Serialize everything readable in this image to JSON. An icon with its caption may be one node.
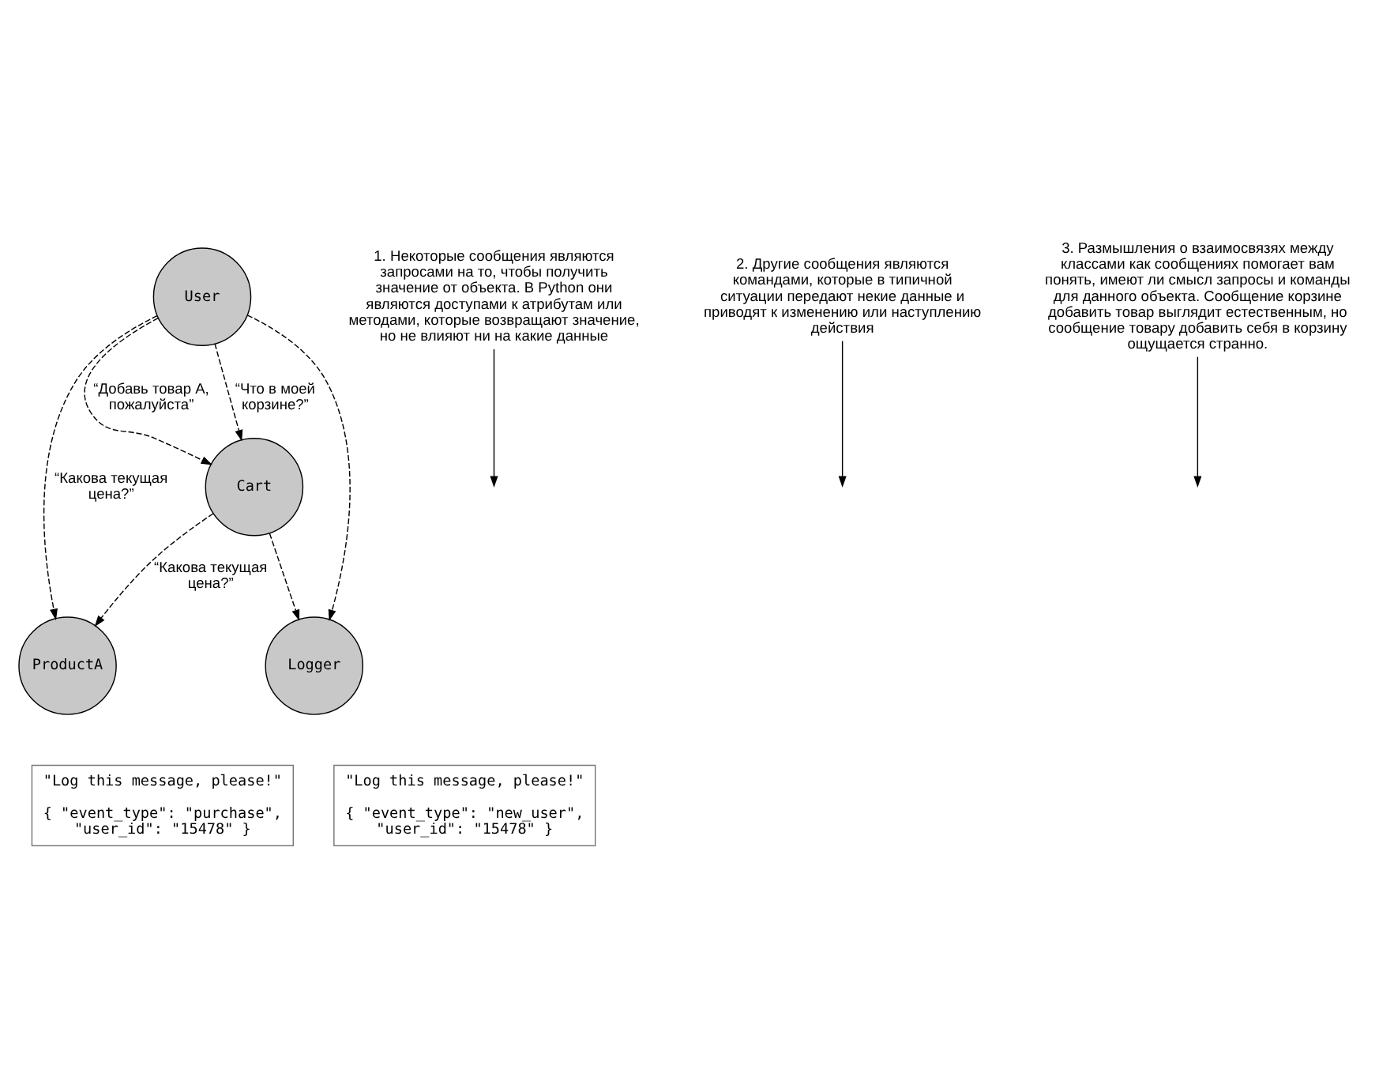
{
  "diagram": {
    "nodes": [
      {
        "text": [
          "ProductA"
        ]
      },
      {
        "text": [
          "Cart"
        ]
      },
      {
        "text": [
          "User"
        ]
      },
      {
        "text": [
          "Logger"
        ]
      },
      {
        "text": [
          "1. Некоторые сообщения являются запросами на то, чтобы получить значение от объекта. В Python они являются доступами к атрибутам или методами, которые возвращают значение, но не влияют ни на какие данные"
        ]
      },
      {
        "text": [
          "2. Другие сообщения являются командами, которые в типичной ситуации передают некие данные и приводят к изменению или наступлению действия"
        ]
      },
      {
        "text": [
          "3. Размышления о взаимосвязях между классами как сообщениях помогает вам понять, имеют ли смысл запросы и команды для данного объекта. Сообщение корзине добавить товар выглядит естественным, но сообщение товару добавить себя в корзину ощущается странно."
        ]
      },
      {
        "text": [
          "\"Log this message, please!\"",
          "{ \"event_type\": \"purchase\", \"user_id\": \"15478\" }"
        ]
      },
      {
        "text": [
          "\"Log this message, please!\"",
          "{ \"event_type\": \"new_user\", \"user_id\": \"15478\" }"
        ]
      }
    ],
    "edges": [
      {
        "from": 1,
        "to": 0,
        "arrow": "to",
        "style": "dashed",
        "label": "“Какова текущая цена?”"
      },
      {
        "from": 2,
        "to": 0,
        "arrow": "to",
        "style": "dashed",
        "label": "“Какова текущая цена?”"
      },
      {
        "from": 2,
        "to": 1,
        "arrow": "to",
        "style": "dashed",
        "label": "“Добавь товар А, пожалуйста”"
      },
      {
        "from": 2,
        "to": 1,
        "arrow": "to",
        "style": "dashed",
        "label": "“Что в моей корзине?”"
      },
      {
        "from": 1,
        "to": 3,
        "arrow": "to",
        "style": "dashed"
      },
      {
        "from": 2,
        "to": 3,
        "arrow": "to",
        "style": "dashed"
      },
      {
        "from": 4,
        "to": null,
        "arrow": "to"
      },
      {
        "from": 5,
        "to": null,
        "arrow": "to"
      },
      {
        "from": 6,
        "to": null,
        "arrow": "to"
      }
    ]
  }
}
